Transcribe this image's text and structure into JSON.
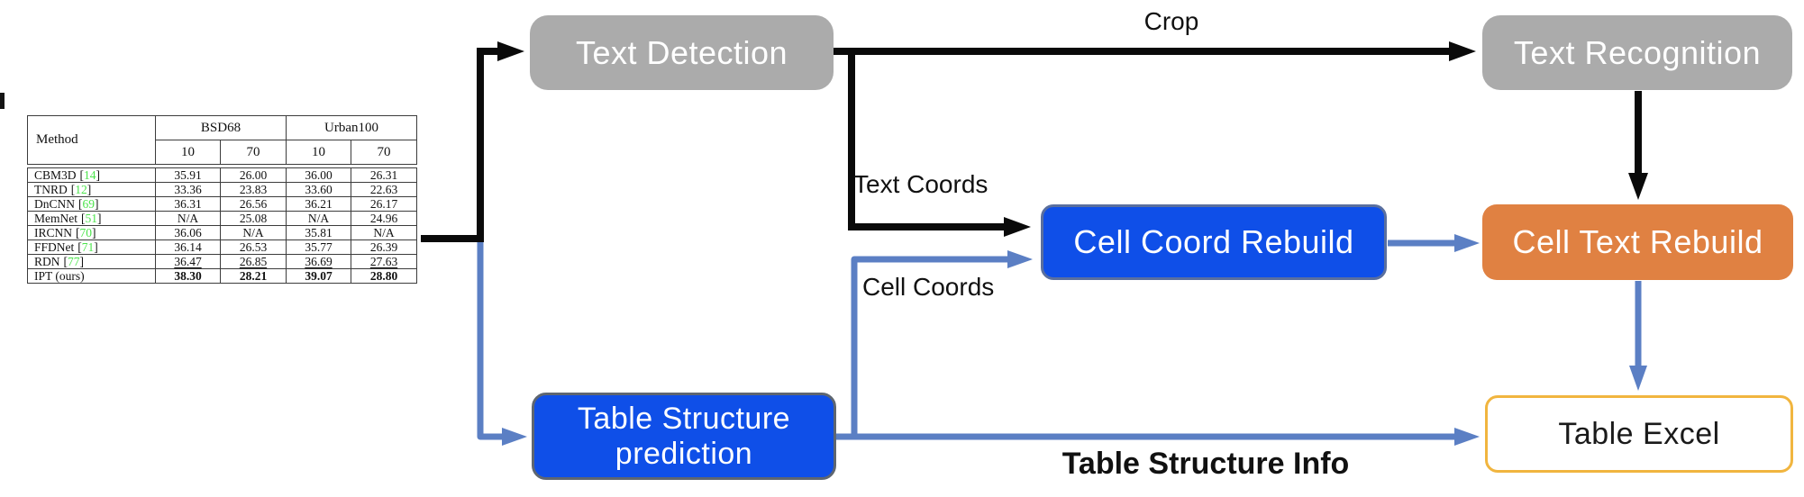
{
  "diagram": {
    "nodes": {
      "text_detection": {
        "label": "Text Detection",
        "bg": "#ABABAB"
      },
      "text_recognition": {
        "label": "Text Recognition",
        "bg": "#ABABAB"
      },
      "cell_coord_rebuild": {
        "label": "Cell Coord Rebuild",
        "bg": "#0F4FE8"
      },
      "cell_text_rebuild": {
        "label": "Cell Text Rebuild",
        "bg": "#E08142"
      },
      "table_structure_prediction": {
        "line1": "Table Structure",
        "line2": "prediction",
        "bg": "#0F4FE8"
      },
      "table_excel": {
        "label": "Table Excel",
        "border_color": "#F1B53F"
      }
    },
    "edge_labels": {
      "crop": "Crop",
      "text_coords": "Text Coords",
      "cell_coords": "Cell Coords",
      "table_structure_info": "Table Structure Info"
    },
    "edge_colors": {
      "black": "#0A0A0A",
      "blue": "#5B7FC4"
    }
  },
  "table": {
    "punct": {
      "open": "[",
      "close": "]"
    },
    "header": {
      "method": "Method",
      "group1": "BSD68",
      "group2": "Urban100",
      "sub": [
        "10",
        "70",
        "10",
        "70"
      ]
    },
    "rows": [
      {
        "name": "CBM3D",
        "ref": "14",
        "v": [
          "35.91",
          "26.00",
          "36.00",
          "26.31"
        ]
      },
      {
        "name": "TNRD",
        "ref": "12",
        "v": [
          "33.36",
          "23.83",
          "33.60",
          "22.63"
        ]
      },
      {
        "name": "DnCNN",
        "ref": "69",
        "v": [
          "36.31",
          "26.56",
          "36.21",
          "26.17"
        ]
      },
      {
        "name": "MemNet",
        "ref": "51",
        "v": [
          "N/A",
          "25.08",
          "N/A",
          "24.96"
        ]
      },
      {
        "name": "IRCNN",
        "ref": "70",
        "v": [
          "36.06",
          "N/A",
          "35.81",
          "N/A"
        ]
      },
      {
        "name": "FFDNet",
        "ref": "71",
        "v": [
          "36.14",
          "26.53",
          "35.77",
          "26.39"
        ]
      },
      {
        "name": "RDN",
        "ref": "77",
        "v": [
          "36.47",
          "26.85",
          "36.69",
          "27.63"
        ]
      },
      {
        "name": "IPT (ours)",
        "v": [
          "38.30",
          "28.21",
          "39.07",
          "28.80"
        ]
      }
    ],
    "ref_color": "#4CE44C"
  }
}
